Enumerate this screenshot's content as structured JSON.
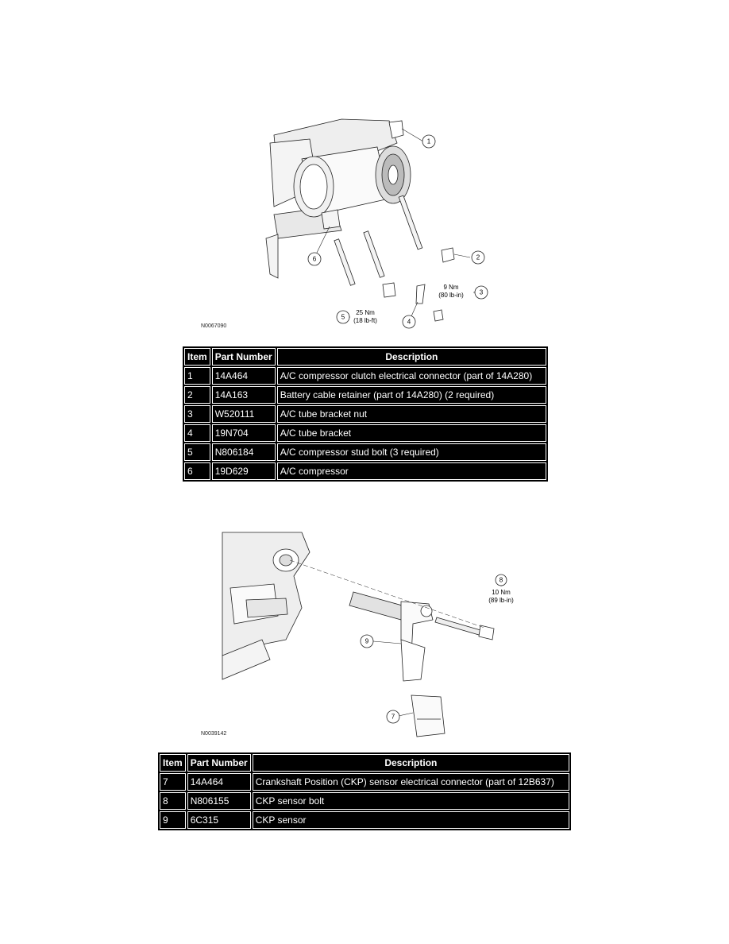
{
  "figures": [
    {
      "code": "N0067090",
      "callouts": [
        {
          "num": "1"
        },
        {
          "num": "2"
        },
        {
          "num": "3",
          "torque": "9 Nm",
          "torque_alt": "(80 lb-in)"
        },
        {
          "num": "4"
        },
        {
          "num": "5",
          "torque": "25 Nm",
          "torque_alt": "(18 lb-ft)"
        },
        {
          "num": "6"
        }
      ]
    },
    {
      "code": "N0039142",
      "callouts": [
        {
          "num": "7"
        },
        {
          "num": "8",
          "torque": "10 Nm",
          "torque_alt": "(89 lb-in)"
        },
        {
          "num": "9"
        }
      ]
    }
  ],
  "tables": [
    {
      "headers": {
        "item": "Item",
        "part_number": "Part Number",
        "description": "Description"
      },
      "rows": [
        {
          "item": "1",
          "part_number": "14A464",
          "description": "A/C compressor clutch electrical connector (part of 14A280)"
        },
        {
          "item": "2",
          "part_number": "14A163",
          "description": "Battery cable retainer (part of 14A280) (2 required)"
        },
        {
          "item": "3",
          "part_number": "W520111",
          "description": "A/C tube bracket nut"
        },
        {
          "item": "4",
          "part_number": "19N704",
          "description": "A/C tube bracket"
        },
        {
          "item": "5",
          "part_number": "N806184",
          "description": "A/C compressor stud bolt (3 required)"
        },
        {
          "item": "6",
          "part_number": "19D629",
          "description": "A/C compressor"
        }
      ]
    },
    {
      "headers": {
        "item": "Item",
        "part_number": "Part Number",
        "description": "Description"
      },
      "rows": [
        {
          "item": "7",
          "part_number": "14A464",
          "description": "Crankshaft Position (CKP) sensor electrical connector (part of 12B637)"
        },
        {
          "item": "8",
          "part_number": "N806155",
          "description": "CKP sensor bolt"
        },
        {
          "item": "9",
          "part_number": "6C315",
          "description": "CKP sensor"
        }
      ]
    }
  ]
}
